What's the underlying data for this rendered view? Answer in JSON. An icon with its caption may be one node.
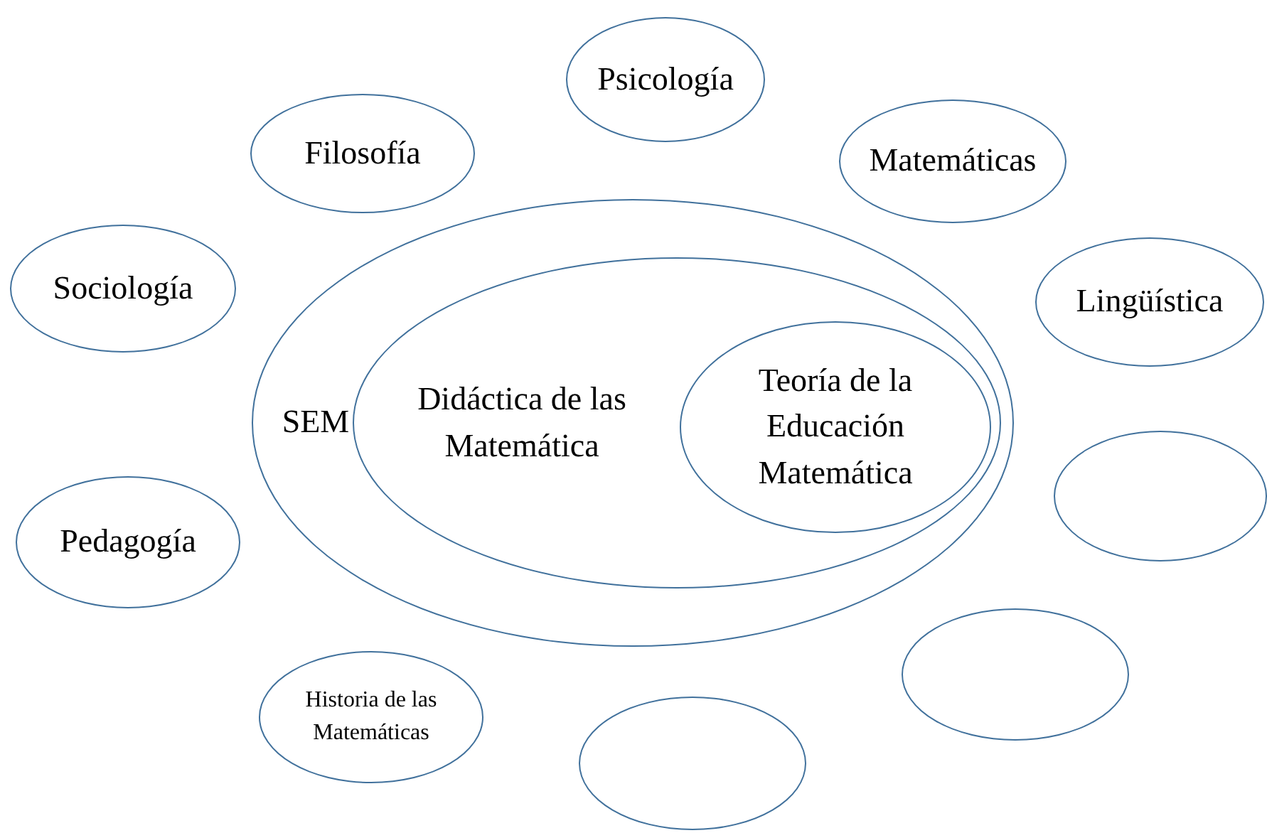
{
  "diagram": {
    "nodes": [
      {
        "text": [
          "Psicología"
        ]
      },
      {
        "text": [
          "Filosofía"
        ]
      },
      {
        "text": [
          "Matemáticas"
        ]
      },
      {
        "text": [
          "Sociología"
        ]
      },
      {
        "text": [
          "Lingüística"
        ]
      },
      {
        "text": [
          "SEM"
        ]
      },
      {
        "text": [
          "Didáctica de las Matemática"
        ],
        "in": 5
      },
      {
        "text": [
          "Teoría de la Educación Matemática"
        ],
        "in": 6
      },
      {
        "text": [],
        "shape": "ellipse"
      },
      {
        "text": [
          "Pedagogía"
        ]
      },
      {
        "text": [],
        "shape": "ellipse"
      },
      {
        "text": [
          "Historia de las Matemáticas"
        ]
      },
      {
        "text": [],
        "shape": "ellipse"
      }
    ]
  }
}
